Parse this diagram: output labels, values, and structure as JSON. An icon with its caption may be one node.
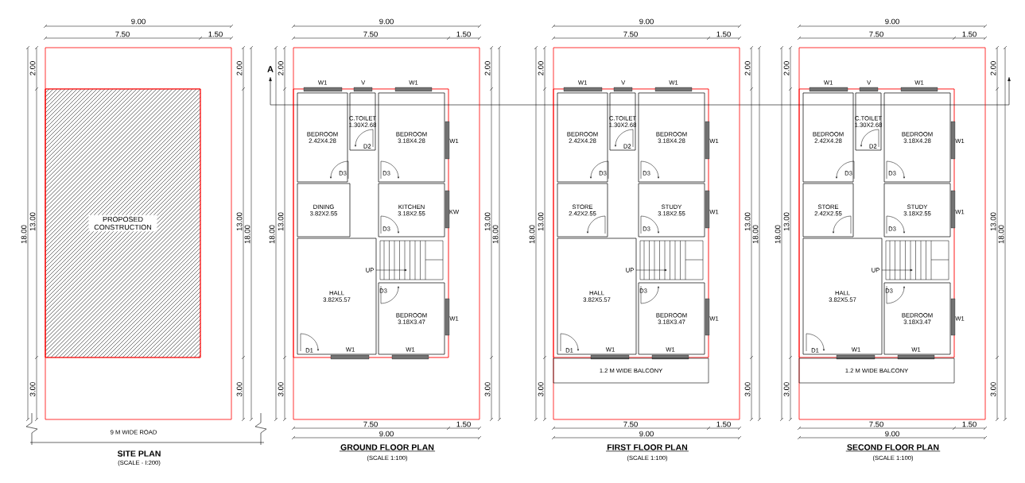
{
  "diagram": {
    "nodes": [
      {
        "text": [],
        "shape": "box"
      },
      {
        "text": [
          "PROPOSED CONSTRUCTION"
        ],
        "in": 0
      },
      {
        "text": [],
        "shape": "box"
      },
      {
        "text": [
          "BEDROOM",
          "2.42X4.28"
        ],
        "in": 2
      },
      {
        "text": [
          "C.TOILET",
          "1.30X2.68"
        ],
        "in": 2
      },
      {
        "text": [
          "BEDROOM",
          "3.18X4.28"
        ],
        "in": 2
      },
      {
        "text": [
          "DINING",
          "3.82X2.55"
        ],
        "in": 2
      },
      {
        "text": [
          "KITCHEN",
          "3.18X2.55"
        ],
        "in": 2
      },
      {
        "text": [
          "HALL",
          "3.82X5.57"
        ],
        "in": 2
      },
      {
        "text": [
          "BEDROOM",
          "3.18X3.47"
        ],
        "in": 2
      },
      {
        "text": [],
        "shape": "box"
      },
      {
        "text": [
          "BEDROOM",
          "2.42X4.28"
        ],
        "in": 10
      },
      {
        "text": [
          "C.TOILET",
          "1.30X2.68"
        ],
        "in": 10
      },
      {
        "text": [
          "BEDROOM",
          "3.18X4.28"
        ],
        "in": 10
      },
      {
        "text": [
          "STORE",
          "2.42X2.55"
        ],
        "in": 10
      },
      {
        "text": [
          "STUDY",
          "3.18X2.55"
        ],
        "in": 10
      },
      {
        "text": [
          "HALL",
          "3.82X5.57"
        ],
        "in": 10
      },
      {
        "text": [
          "BEDROOM",
          "3.18X3.47"
        ],
        "in": 10
      },
      {
        "text": [
          "1.2 M WIDE BALCONY"
        ],
        "in": 10
      },
      {
        "text": [],
        "shape": "box"
      },
      {
        "text": [
          "BEDROOM",
          "2.42X4.28"
        ],
        "in": 19
      },
      {
        "text": [
          "C.TOILET",
          "1.30X2.68"
        ],
        "in": 19
      },
      {
        "text": [
          "BEDROOM",
          "3.18X4.28"
        ],
        "in": 19
      },
      {
        "text": [
          "STORE",
          "2.42X2.55"
        ],
        "in": 19
      },
      {
        "text": [
          "STUDY",
          "3.18X2.55"
        ],
        "in": 19
      },
      {
        "text": [
          "HALL",
          "3.82X5.57"
        ],
        "in": 19
      },
      {
        "text": [
          "BEDROOM",
          "3.18X3.47"
        ],
        "in": 19
      },
      {
        "text": [
          "1.2 M WIDE BALCONY"
        ],
        "in": 19
      }
    ],
    "labels": [
      "9.00",
      "7.50",
      "1.50",
      "2.00",
      "18.00",
      "13.00",
      "3.00",
      "2.00",
      "13.00",
      "18.00",
      "3.00",
      "9 M WIDE ROAD",
      "A",
      "9.00",
      "7.50",
      "1.50",
      "2.00",
      "18.00",
      "13.00",
      "3.00",
      "2.00",
      "13.00",
      "18.00",
      "3.00",
      "W1",
      "V",
      "W1",
      "W1",
      "D2",
      "D3",
      "D3",
      "KW",
      "D3",
      "UP",
      "D3",
      "W1",
      "D1",
      "W1",
      "W1",
      "7.50",
      "1.50",
      "9.00",
      "9.00",
      "7.50",
      "1.50",
      "2.00",
      "18.00",
      "13.00",
      "3.00",
      "2.00",
      "13.00",
      "18.00",
      "3.00",
      "W1",
      "V",
      "W1",
      "W1",
      "D2",
      "D3",
      "D3",
      "W1",
      "D3",
      "UP",
      "D3",
      "W1",
      "D1",
      "W1",
      "W1",
      "7.50",
      "1.50",
      "9.00",
      "9.00",
      "7.50",
      "1.50",
      "2.00",
      "18.00",
      "13.00",
      "3.00",
      "2.00",
      "13.00",
      "18.00",
      "3.00",
      "W1",
      "V",
      "W1",
      "W1",
      "D2",
      "D3",
      "D3",
      "W1",
      "D3",
      "UP",
      "D3",
      "W1",
      "D1",
      "W1",
      "W1",
      "7.50",
      "1.50",
      "9.00",
      "SITE PLAN",
      "(SCALE - I:200)",
      "GROUND FLOOR PLAN",
      "(SCALE 1:100)",
      "FIRST FLOOR PLAN",
      "(SCALE 1:100)",
      "SECOND FLOOR PLAN",
      "(SCALE 1:100)"
    ]
  }
}
